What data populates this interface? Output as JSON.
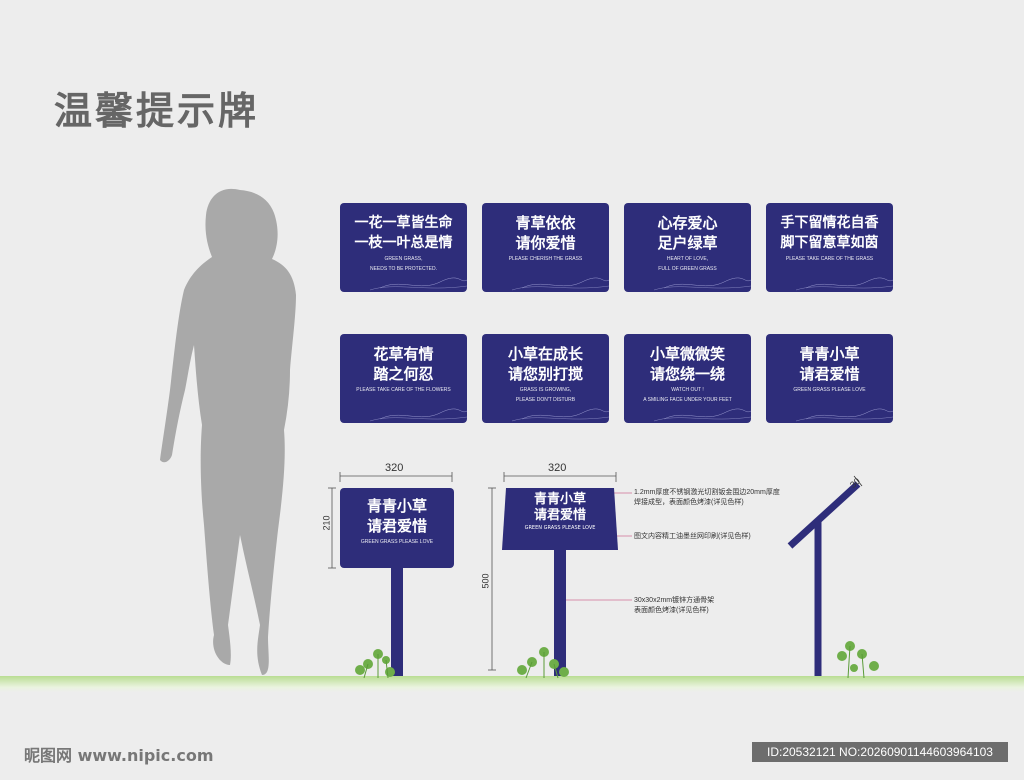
{
  "title": "温馨提示牌",
  "signs": [
    {
      "cn1": "一花一草皆生命",
      "cn2": "一枝一叶总是情",
      "en1": "GREEN GRASS,",
      "en2": "NEEDS TO BE PROTECTED."
    },
    {
      "cn1": "青草依依",
      "cn2": "请你爱惜",
      "en1": "PLEASE CHERISH THE GRASS",
      "en2": ""
    },
    {
      "cn1": "心存爱心",
      "cn2": "足户绿草",
      "en1": "HEART OF LOVE,",
      "en2": "FULL OF GREEN GRASS"
    },
    {
      "cn1": "手下留情花自香",
      "cn2": "脚下留意草如茵",
      "en1": "PLEASE TAKE  CARE OF THE GRASS",
      "en2": ""
    },
    {
      "cn1": "花草有情",
      "cn2": "踏之何忍",
      "en1": "PLEASE TAKE CARE OF THE FLOWERS",
      "en2": ""
    },
    {
      "cn1": "小草在成长",
      "cn2": "请您别打搅",
      "en1": "GRASS IS GROWING,",
      "en2": "PLEASE DON'T DISTURB"
    },
    {
      "cn1": "小草微微笑",
      "cn2": "请您绕一绕",
      "en1": "WATCH OUT !",
      "en2": "A SMILING FACE UNDER YOUR FEET"
    },
    {
      "cn1": "青青小草",
      "cn2": "请君爱惜",
      "en1": "GREEN GRASS PLEASE LOVE",
      "en2": ""
    }
  ],
  "front_sign": {
    "cn1": "青青小草",
    "cn2": "请君爱惜",
    "en1": "GREEN GRASS PLEASE LOVE",
    "width": "320",
    "height": "210"
  },
  "side_sign": {
    "cn1": "青青小草",
    "cn2": "请君爱惜",
    "en1": "GREEN GRASS PLEASE LOVE",
    "width": "320",
    "height": "500",
    "angle": "30"
  },
  "notes": {
    "n1a": "1.2mm厚度不锈钢激光切割钣金围边20mm厚度",
    "n1b": "焊接成型，表面颜色烤漆(详见色样)",
    "n2": "图文内容精工油墨丝网印刷(详见色样)",
    "n3a": "30x30x2mm镀锌方通骨架",
    "n3b": "表面颜色烤漆(详见色样)"
  },
  "watermark": {
    "logo": "昵图网 www.nipic.com",
    "id": "ID:20532121 NO:20260901144603964103"
  },
  "colors": {
    "sign": "#2e2d7a",
    "silhouette": "#a9a9a9",
    "grass": "#8dc86a"
  }
}
